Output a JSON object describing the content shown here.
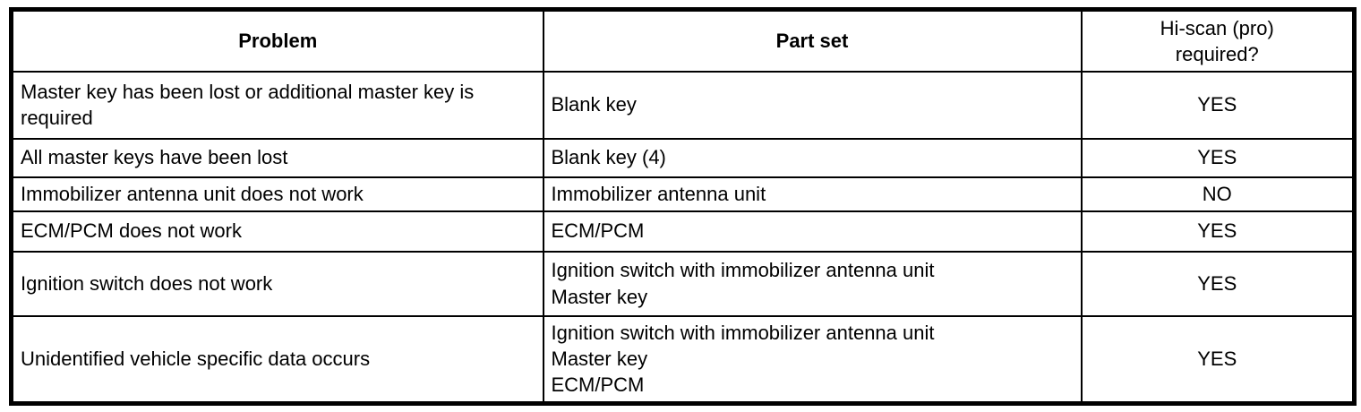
{
  "page": {
    "background_color": "#ffffff",
    "border_color": "#000000",
    "text_color": "#000000"
  },
  "table": {
    "headers": {
      "problem": "Problem",
      "part_set": "Part set",
      "hiscan": "Hi-scan (pro)\nrequired?"
    },
    "rows": [
      {
        "problem": "Master key has been lost or additional master key is required",
        "part_set": "Blank key",
        "hiscan_required": "YES"
      },
      {
        "problem": "All master keys have been lost",
        "part_set": "Blank key (4)",
        "hiscan_required": "YES"
      },
      {
        "problem": "Immobilizer antenna unit does not work",
        "part_set": "Immobilizer antenna unit",
        "hiscan_required": "NO"
      },
      {
        "problem": "ECM/PCM does not work",
        "part_set": "ECM/PCM",
        "hiscan_required": "YES"
      },
      {
        "problem": "Ignition switch does not work",
        "part_set": "Ignition switch with immobilizer antenna unit\nMaster key",
        "hiscan_required": "YES"
      },
      {
        "problem": "Unidentified vehicle specific data occurs",
        "part_set": "Ignition switch with immobilizer antenna unit\nMaster key\nECM/PCM",
        "hiscan_required": "YES"
      }
    ]
  }
}
